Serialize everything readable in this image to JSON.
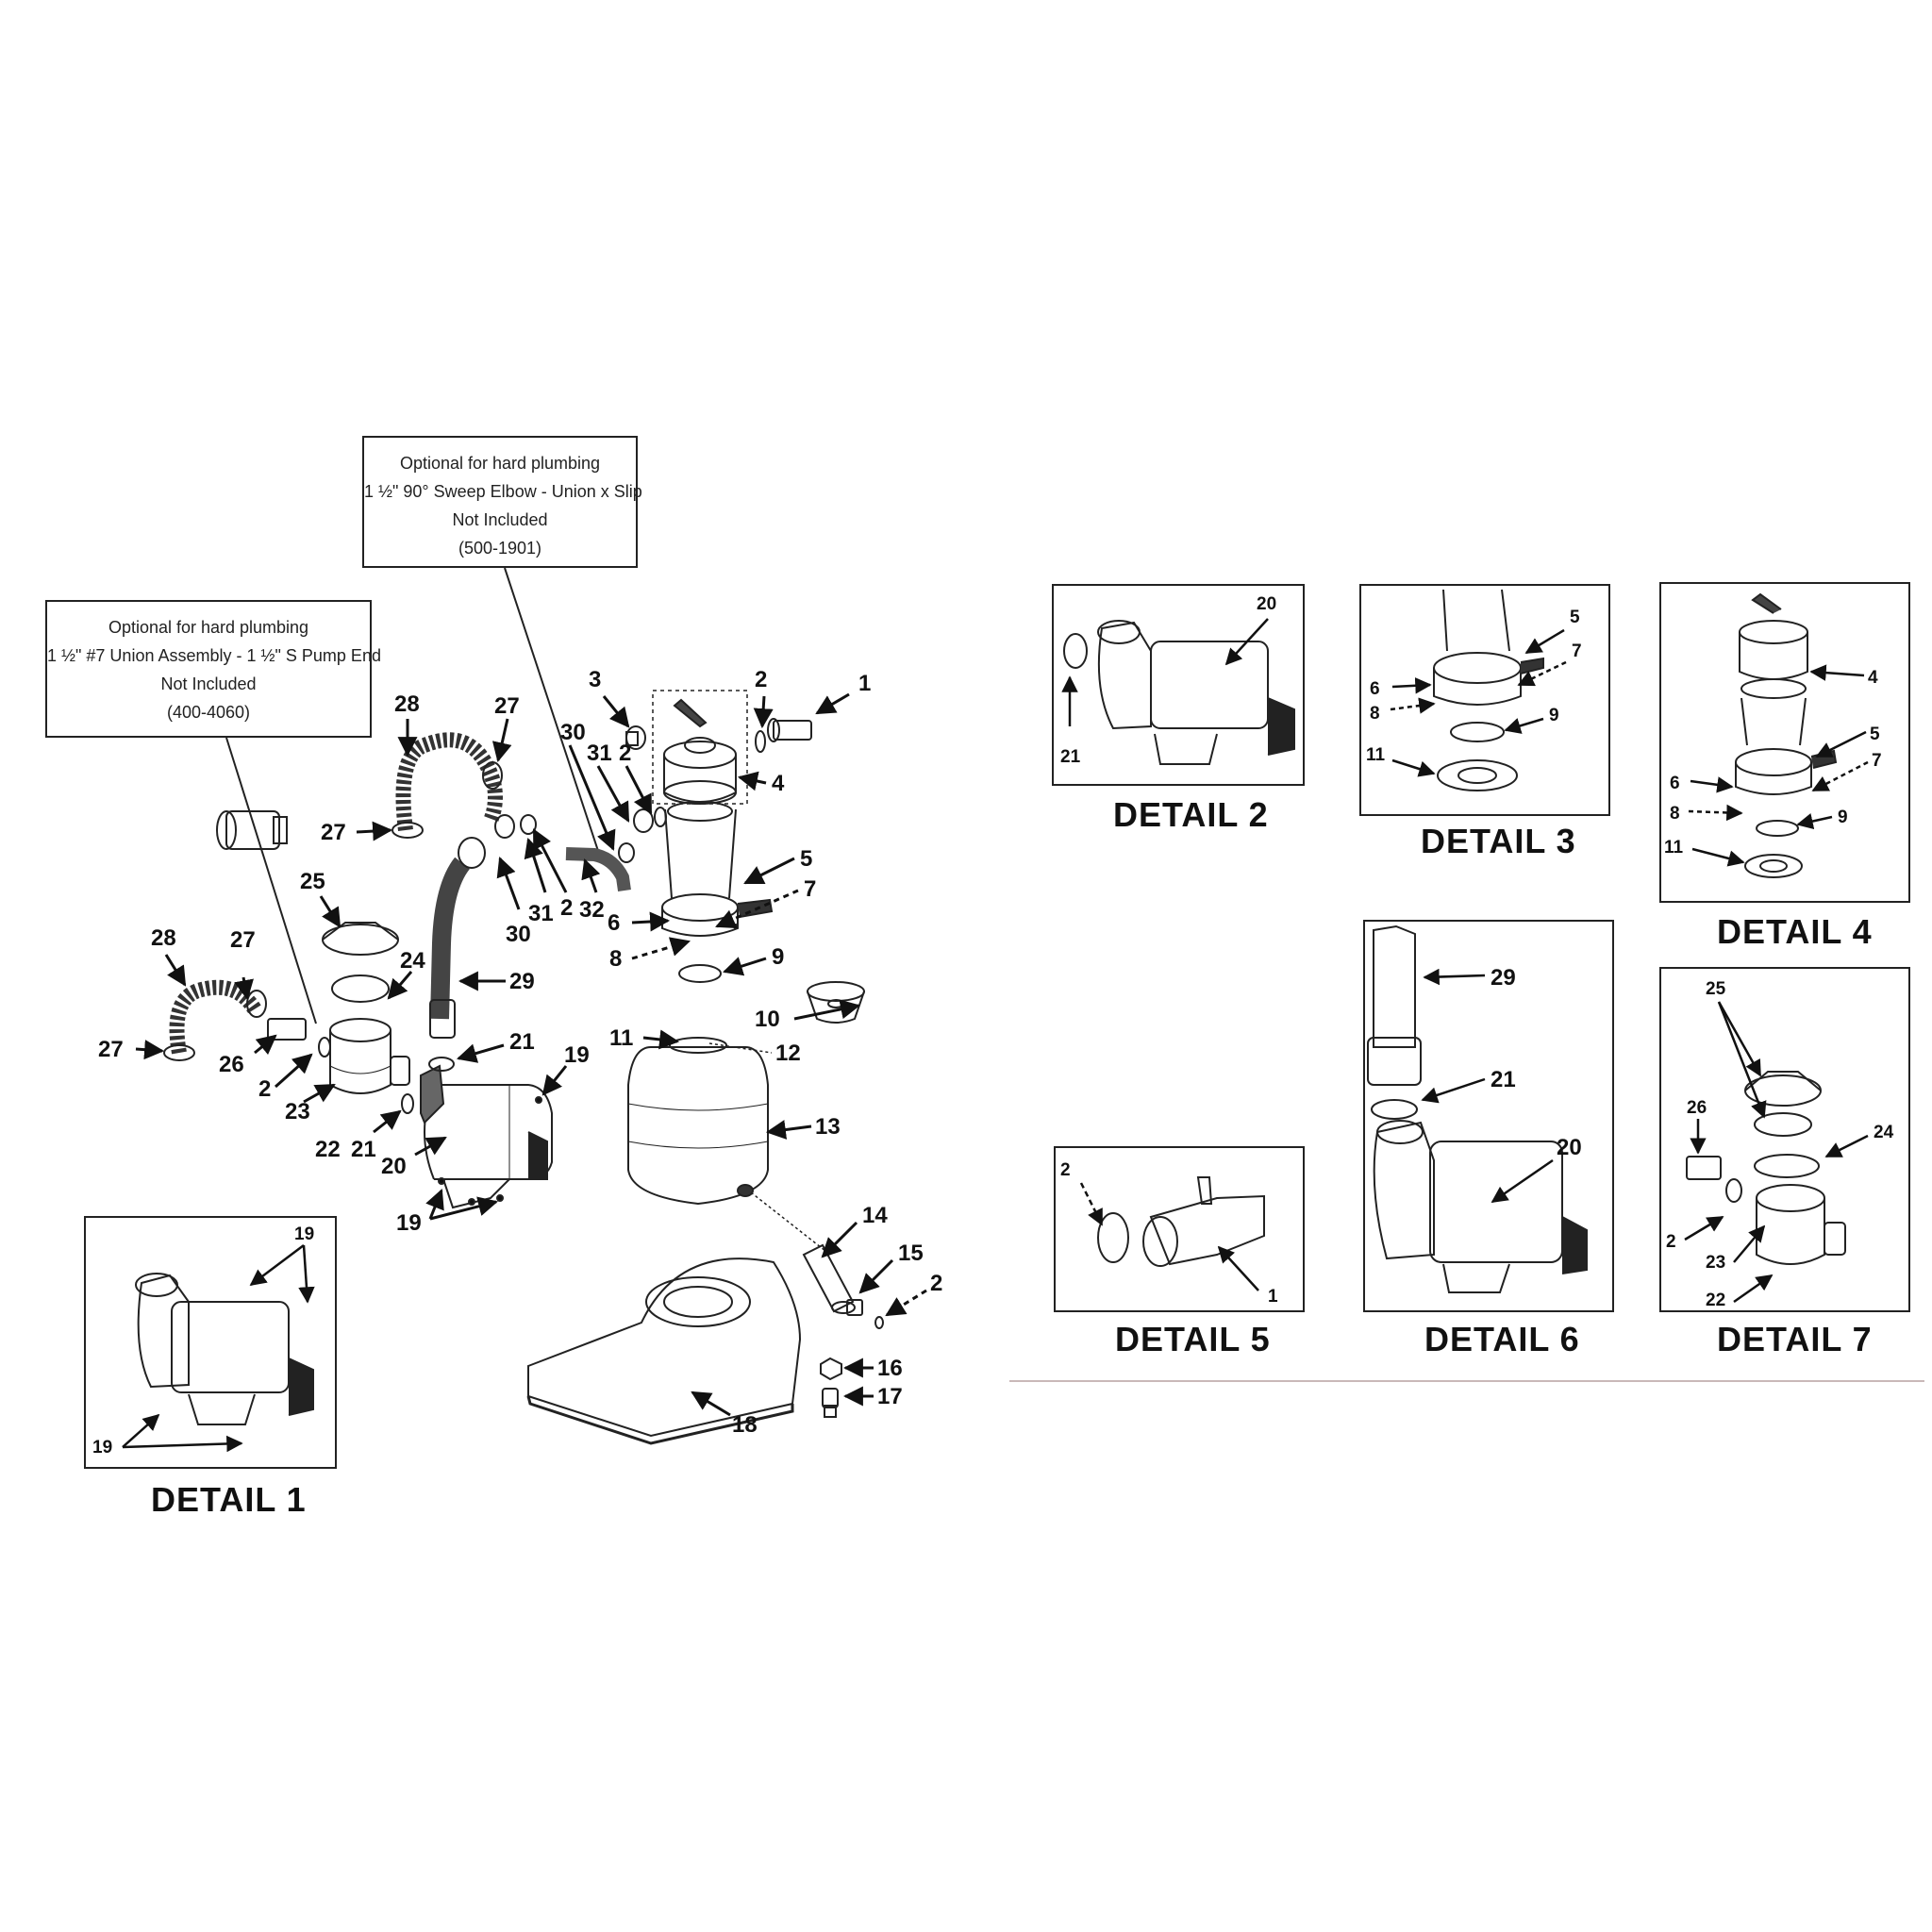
{
  "callouts": {
    "elbow": {
      "line1": "Optional for hard plumbing",
      "line2": "1 ½\" 90° Sweep Elbow - Union x Slip",
      "line3": "Not Included",
      "line4": "(500-1901)"
    },
    "union": {
      "line1": "Optional for hard plumbing",
      "line2": "1 ½\" #7 Union Assembly - 1 ½\" S Pump End",
      "line3": "Not Included",
      "line4": "(400-4060)"
    }
  },
  "detail_titles": {
    "d1": "DETAIL 1",
    "d2": "DETAIL 2",
    "d3": "DETAIL 3",
    "d4": "DETAIL 4",
    "d5": "DETAIL 5",
    "d6": "DETAIL 6",
    "d7": "DETAIL 7"
  },
  "main_labels": {
    "n1": "1",
    "n2a": "2",
    "n2b": "2",
    "n2c": "2",
    "n2d": "2",
    "n2e": "2",
    "n3": "3",
    "n4": "4",
    "n5": "5",
    "n6": "6",
    "n7": "7",
    "n8": "8",
    "n9": "9",
    "n10": "10",
    "n11": "11",
    "n12": "12",
    "n13": "13",
    "n14": "14",
    "n15": "15",
    "n16": "16",
    "n17": "17",
    "n18": "18",
    "n19a": "19",
    "n19b": "19",
    "n20": "20",
    "n21a": "21",
    "n21b": "21",
    "n22": "22",
    "n23": "23",
    "n24": "24",
    "n25": "25",
    "n26": "26",
    "n27a": "27",
    "n27b": "27",
    "n27c": "27",
    "n27d": "27",
    "n28a": "28",
    "n28b": "28",
    "n29": "29",
    "n30a": "30",
    "n30b": "30",
    "n31a": "31",
    "n31b": "31",
    "n32": "32"
  },
  "detail1_labels": {
    "a": "19",
    "b": "19"
  },
  "detail2_labels": {
    "a": "20",
    "b": "21"
  },
  "detail3_labels": {
    "a": "5",
    "b": "7",
    "c": "6",
    "d": "8",
    "e": "9",
    "f": "11"
  },
  "detail4_labels": {
    "a": "4",
    "b": "5",
    "c": "7",
    "d": "6",
    "e": "8",
    "f": "9",
    "g": "11"
  },
  "detail5_labels": {
    "a": "2",
    "b": "1"
  },
  "detail6_labels": {
    "a": "29",
    "b": "21",
    "c": "20"
  },
  "detail7_labels": {
    "a": "25",
    "b": "26",
    "c": "24",
    "d": "2",
    "e": "23",
    "f": "22"
  }
}
